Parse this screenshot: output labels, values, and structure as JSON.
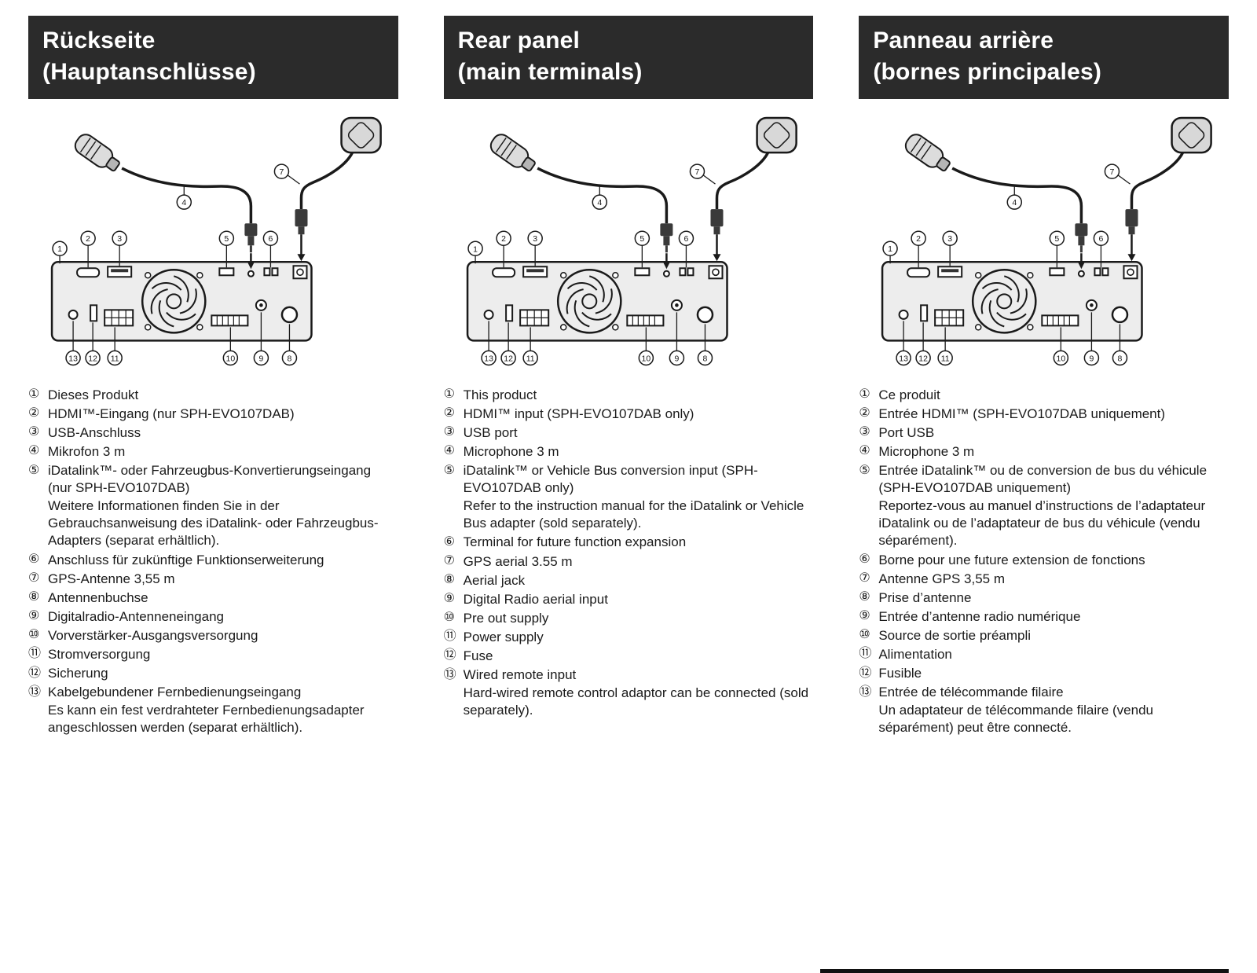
{
  "page": {
    "background": "#ffffff",
    "header_background": "#2b2b2b",
    "header_text_color": "#ffffff"
  },
  "columns": [
    {
      "id": "german",
      "title_line1": "Rückseite",
      "title_line2": "(Hauptanschlüsse)",
      "items": [
        {
          "num": "①",
          "text": "Dieses Produkt"
        },
        {
          "num": "②",
          "text": "HDMI™-Eingang (nur SPH-EVO107DAB)"
        },
        {
          "num": "③",
          "text": "USB-Anschluss"
        },
        {
          "num": "④",
          "text": "Mikrofon 3 m"
        },
        {
          "num": "⑤",
          "text": "iDatalink™- oder Fahrzeugbus-Konvertierungseingang (nur SPH-EVO107DAB)",
          "note": "Weitere Informationen finden Sie in der Gebrauchsanweisung des iDatalink- oder Fahrzeugbus-Adapters (separat erhältlich)."
        },
        {
          "num": "⑥",
          "text": "Anschluss für zukünftige Funktionserweiterung"
        },
        {
          "num": "⑦",
          "text": "GPS-Antenne 3,55 m"
        },
        {
          "num": "⑧",
          "text": "Antennenbuchse"
        },
        {
          "num": "⑨",
          "text": "Digitalradio-Antenneneingang"
        },
        {
          "num": "⑩",
          "text": "Vorverstärker-Ausgangsversorgung"
        },
        {
          "num": "⑪",
          "text": "Stromversorgung"
        },
        {
          "num": "⑫",
          "text": "Sicherung"
        },
        {
          "num": "⑬",
          "text": "Kabelgebundener Fernbedienungseingang",
          "note": "Es kann ein fest verdrahteter Fernbedienungsadapter angeschlossen werden (separat erhältlich)."
        }
      ]
    },
    {
      "id": "english",
      "title_line1": "Rear panel",
      "title_line2": "(main terminals)",
      "items": [
        {
          "num": "①",
          "text": "This product"
        },
        {
          "num": "②",
          "text": "HDMI™ input (SPH-EVO107DAB only)"
        },
        {
          "num": "③",
          "text": "USB port"
        },
        {
          "num": "④",
          "text": "Microphone 3 m"
        },
        {
          "num": "⑤",
          "text": "iDatalink™ or Vehicle Bus conversion input (SPH-EVO107DAB only)",
          "note": "Refer to the instruction manual for the iDatalink or Vehicle Bus adapter (sold separately)."
        },
        {
          "num": "⑥",
          "text": "Terminal for future function expansion"
        },
        {
          "num": "⑦",
          "text": "GPS aerial 3.55 m"
        },
        {
          "num": "⑧",
          "text": "Aerial jack"
        },
        {
          "num": "⑨",
          "text": "Digital Radio aerial input"
        },
        {
          "num": "⑩",
          "text": "Pre out supply"
        },
        {
          "num": "⑪",
          "text": "Power supply"
        },
        {
          "num": "⑫",
          "text": "Fuse"
        },
        {
          "num": "⑬",
          "text": "Wired remote input",
          "note": "Hard-wired remote control adaptor can be connected (sold separately)."
        }
      ]
    },
    {
      "id": "french",
      "title_line1": "Panneau arrière",
      "title_line2": "(bornes principales)",
      "items": [
        {
          "num": "①",
          "text": "Ce produit"
        },
        {
          "num": "②",
          "text": "Entrée HDMI™ (SPH-EVO107DAB uniquement)"
        },
        {
          "num": "③",
          "text": "Port USB"
        },
        {
          "num": "④",
          "text": "Microphone 3 m"
        },
        {
          "num": "⑤",
          "text": "Entrée iDatalink™ ou de conversion de bus du véhicule (SPH-EVO107DAB uniquement)",
          "note": "Reportez-vous au manuel d’instructions de l’adaptateur iDatalink ou de l’adaptateur de bus du véhicule (vendu séparément)."
        },
        {
          "num": "⑥",
          "text": "Borne pour une future extension de fonctions"
        },
        {
          "num": "⑦",
          "text": "Antenne GPS 3,55 m"
        },
        {
          "num": "⑧",
          "text": "Prise d’antenne"
        },
        {
          "num": "⑨",
          "text": "Entrée d’antenne radio numérique"
        },
        {
          "num": "⑩",
          "text": "Source de sortie préampli"
        },
        {
          "num": "⑪",
          "text": "Alimentation"
        },
        {
          "num": "⑫",
          "text": "Fusible"
        },
        {
          "num": "⑬",
          "text": "Entrée de télécommande filaire",
          "note": "Un adaptateur de télécommande filaire (vendu séparément) peut être connecté."
        }
      ]
    }
  ],
  "diagram": {
    "callouts": [
      {
        "label": "1"
      },
      {
        "label": "2"
      },
      {
        "label": "3"
      },
      {
        "label": "4"
      },
      {
        "label": "5"
      },
      {
        "label": "6"
      },
      {
        "label": "7"
      },
      {
        "label": "8"
      },
      {
        "label": "9"
      },
      {
        "label": "10"
      },
      {
        "label": "11"
      },
      {
        "label": "12"
      },
      {
        "label": "13"
      }
    ]
  }
}
